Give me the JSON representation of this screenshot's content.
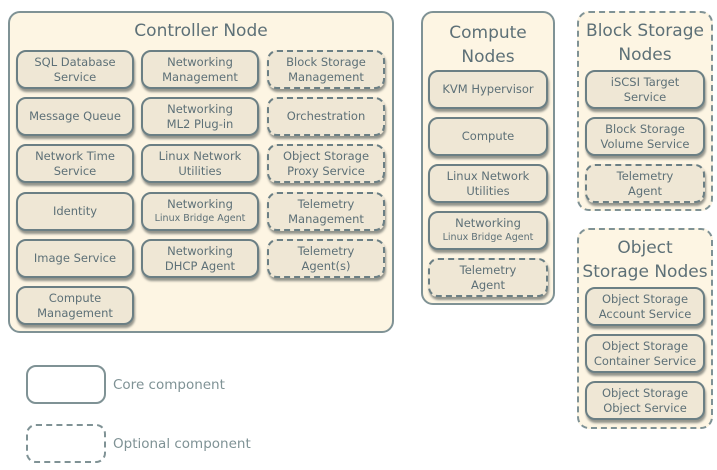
{
  "controller": {
    "title": "Controller Node",
    "components": [
      {
        "line1": "SQL Database",
        "line2": "Service",
        "optional": false
      },
      {
        "line1": "Networking",
        "line2": "Management",
        "optional": false
      },
      {
        "line1": "Block Storage",
        "line2": "Management",
        "optional": true
      },
      {
        "line1": "Message Queue",
        "line2": "",
        "optional": false
      },
      {
        "line1": "Networking",
        "line2": "ML2 Plug-in",
        "optional": false
      },
      {
        "line1": "Orchestration",
        "line2": "",
        "optional": true
      },
      {
        "line1": "Network Time",
        "line2": "Service",
        "optional": false
      },
      {
        "line1": "Linux Network",
        "line2": "Utilities",
        "optional": false
      },
      {
        "line1": "Object Storage",
        "line2": "Proxy Service",
        "optional": true
      },
      {
        "line1": "Identity",
        "line2": "",
        "optional": false
      },
      {
        "line1": "Networking",
        "line2": "Linux Bridge Agent",
        "optional": false,
        "small_line2": true
      },
      {
        "line1": "Telemetry",
        "line2": "Management",
        "optional": true
      },
      {
        "line1": "Image Service",
        "line2": "",
        "optional": false
      },
      {
        "line1": "Networking",
        "line2": "DHCP Agent",
        "optional": false
      },
      {
        "line1": "Telemetry",
        "line2": "Agent(s)",
        "optional": true
      },
      {
        "line1": "Compute",
        "line2": "Management",
        "optional": false
      }
    ]
  },
  "compute": {
    "title_line1": "Compute",
    "title_line2": "Nodes",
    "components": [
      {
        "line1": "KVM Hypervisor",
        "line2": "",
        "optional": false
      },
      {
        "line1": "Compute",
        "line2": "",
        "optional": false
      },
      {
        "line1": "Linux Network",
        "line2": "Utilities",
        "optional": false
      },
      {
        "line1": "Networking",
        "line2": "Linux Bridge Agent",
        "optional": false,
        "small_line2": true
      },
      {
        "line1": "Telemetry",
        "line2": "Agent",
        "optional": true
      }
    ]
  },
  "block_storage": {
    "title_line1": "Block Storage",
    "title_line2": "Nodes",
    "optional": true,
    "components": [
      {
        "line1": "iSCSI Target",
        "line2": "Service",
        "optional": false
      },
      {
        "line1": "Block Storage",
        "line2": "Volume Service",
        "optional": false
      },
      {
        "line1": "Telemetry",
        "line2": "Agent",
        "optional": true
      }
    ]
  },
  "object_storage": {
    "title_line1": "Object",
    "title_line2": "Storage Nodes",
    "optional": true,
    "components": [
      {
        "line1": "Object Storage",
        "line2": "Account Service",
        "optional": false
      },
      {
        "line1": "Object Storage",
        "line2": "Container Service",
        "optional": false
      },
      {
        "line1": "Object Storage",
        "line2": "Object Service",
        "optional": false
      }
    ]
  },
  "legend": {
    "core_label": "Core component",
    "optional_label": "Optional component"
  },
  "colors": {
    "node_fill": "#fdf5e3",
    "component_fill": "#efe7d5",
    "border": "#7f9295",
    "text": "#5d7077"
  }
}
